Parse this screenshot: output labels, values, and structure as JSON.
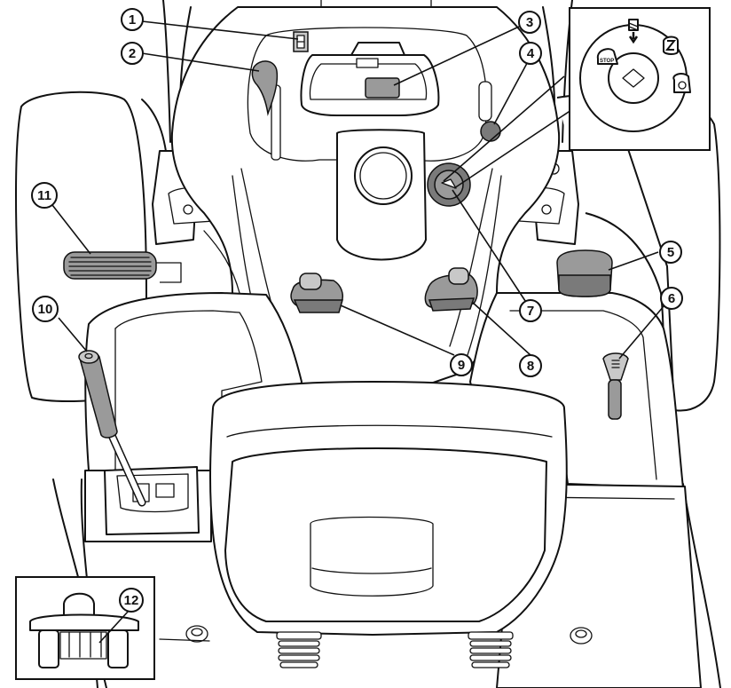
{
  "callouts": [
    {
      "id": "1",
      "label": "1"
    },
    {
      "id": "2",
      "label": "2"
    },
    {
      "id": "3",
      "label": "3"
    },
    {
      "id": "4",
      "label": "4"
    },
    {
      "id": "5",
      "label": "5"
    },
    {
      "id": "6",
      "label": "6"
    },
    {
      "id": "7",
      "label": "7"
    },
    {
      "id": "8",
      "label": "8"
    },
    {
      "id": "9",
      "label": "9"
    },
    {
      "id": "10",
      "label": "10"
    },
    {
      "id": "11",
      "label": "11"
    },
    {
      "id": "12",
      "label": "12"
    }
  ],
  "ignition_inset": {
    "stop_label": "STOP",
    "icons": [
      "stop-icon",
      "engine-cut-icon",
      "glow-plug-icon",
      "start-icon",
      "key-slot-icon"
    ]
  }
}
